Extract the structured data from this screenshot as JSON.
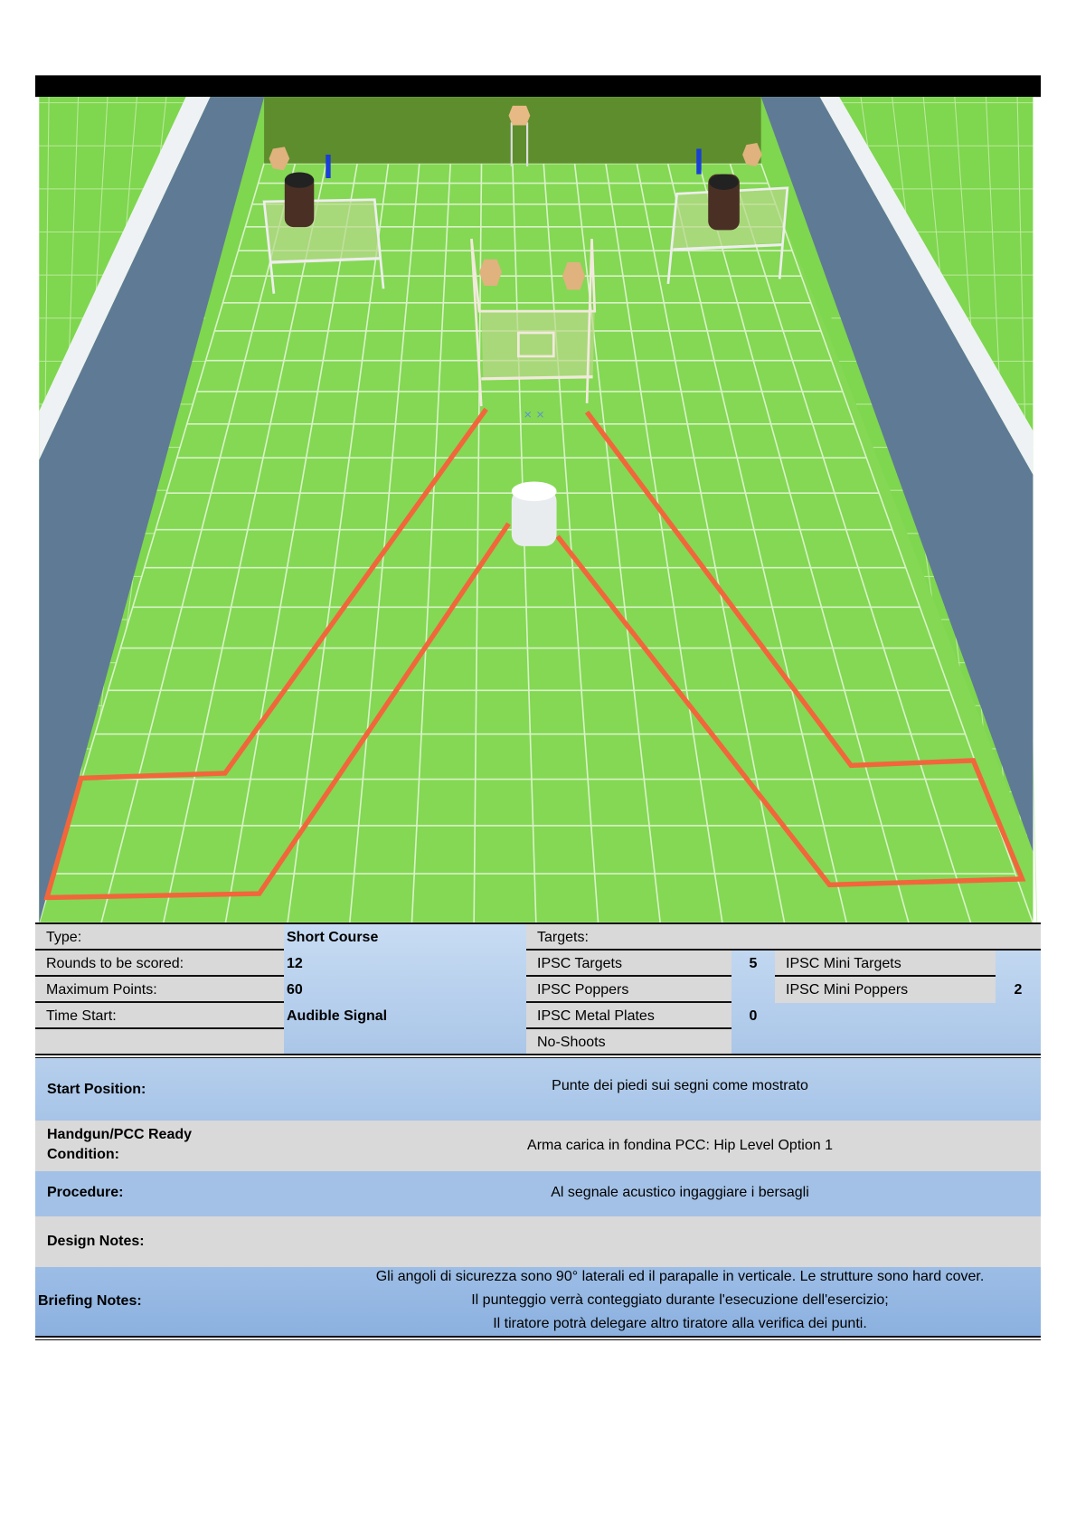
{
  "summary": {
    "type_label": "Type:",
    "type_value": "Short Course",
    "rounds_label": "Rounds to be scored:",
    "rounds_value": "12",
    "max_points_label": "Maximum Points:",
    "max_points_value": "60",
    "time_start_label": "Time Start:",
    "time_start_value": "Audible Signal"
  },
  "targets": {
    "label": "Targets:",
    "ipsc_targets_label": "IPSC Targets",
    "ipsc_targets_value": "5",
    "ipsc_poppers_label": "IPSC Poppers",
    "ipsc_metal_plates_label": "IPSC Metal Plates",
    "ipsc_metal_plates_value": "0",
    "no_shoots_label": "No-Shoots",
    "ipsc_mini_targets_label": "IPSC Mini Targets",
    "ipsc_mini_poppers_label": "IPSC Mini Poppers",
    "ipsc_mini_poppers_value": "2"
  },
  "details": {
    "start_position_label": "Start Position:",
    "start_position_value": "Punte dei piedi sui segni come mostrato",
    "ready_condition_label_1": "Handgun/PCC Ready",
    "ready_condition_label_2": "Condition:",
    "ready_condition_value": "Arma carica in fondina PCC: Hip Level Option 1",
    "procedure_label": "Procedure:",
    "procedure_value": "Al segnale acustico ingaggiare i bersagli",
    "design_notes_label": "Design Notes:",
    "briefing_notes_label": "Briefing Notes:",
    "briefing_notes_lines": [
      "Gli angoli di sicurezza sono 90° laterali ed il parapalle in verticale. Le strutture sono hard cover.",
      "Il punteggio verrà conteggiato durante l'esecuzione dell'esercizio;",
      "Il tiratore potrà delegare altro tiratore alla verifica dei punti."
    ]
  },
  "colors": {
    "grass": "#7fd64f",
    "wall": "#5f7a95",
    "fault_line": "#f2663c",
    "label_gray": "#d9d9d9",
    "value_blue": "#c5d9f1"
  }
}
